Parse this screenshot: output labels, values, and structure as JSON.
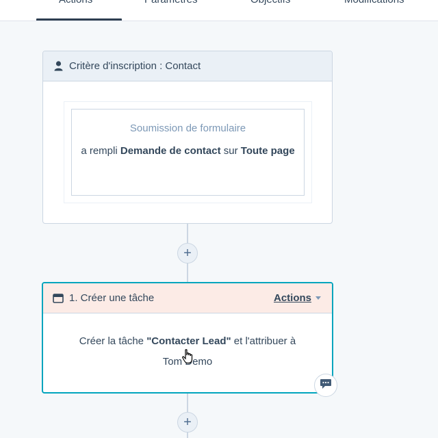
{
  "tabs": [
    {
      "label": "Actions"
    },
    {
      "label": "Paramètres"
    },
    {
      "label": "Objectifs"
    },
    {
      "label": "Modifications"
    }
  ],
  "trigger": {
    "title": "Critère d'inscription : Contact",
    "filter_type": "Soumission de formulaire",
    "filter_prefix": "a rempli ",
    "filter_form": "Demande de contact",
    "filter_mid": " sur ",
    "filter_page": "Toute page"
  },
  "add_button_label": "+",
  "action": {
    "title": "1. Créer une tâche",
    "menu_label": "Actions",
    "body_prefix": "Créer la tâche ",
    "task_name": "\"Contacter Lead\"",
    "body_mid": " et l'attribuer à",
    "assignee": "Tom Demo"
  },
  "icons": {
    "trigger_icon": "person-icon",
    "action_icon": "task-icon",
    "comment_icon": "comment-icon",
    "cursor_icon": "hand-cursor-icon"
  }
}
